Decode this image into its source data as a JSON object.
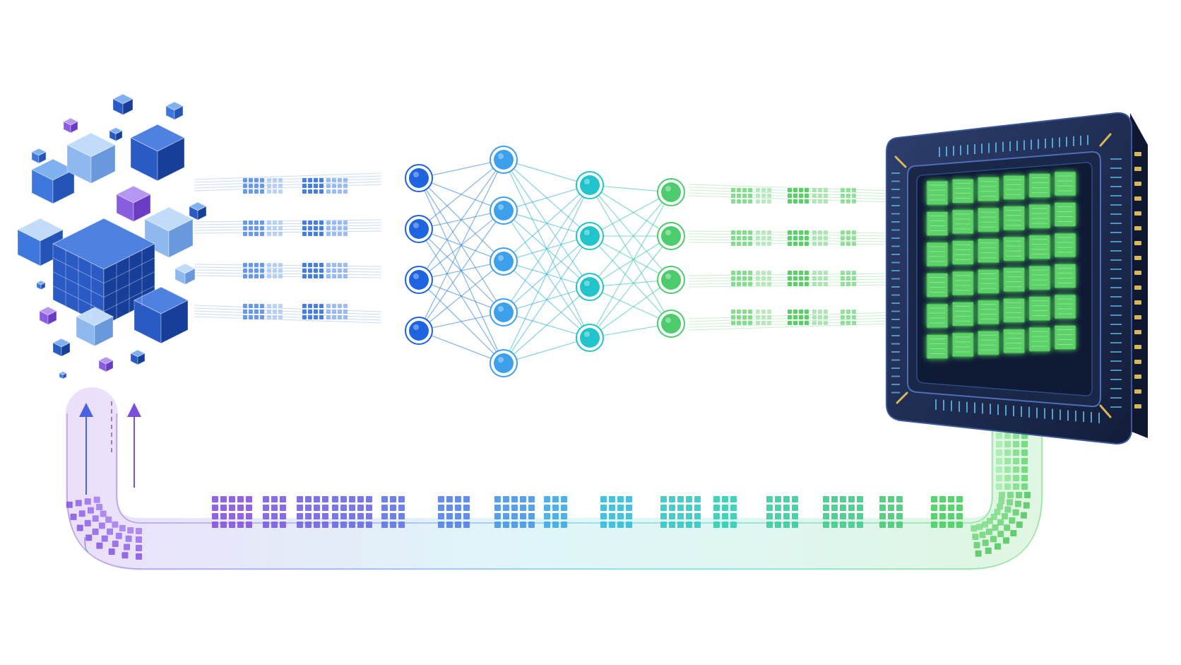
{
  "figure": {
    "nodes": [
      {
        "id": "data-cubes",
        "label": "",
        "icon": "data-cubes-icon"
      },
      {
        "id": "neural-network",
        "label": "",
        "icon": "neural-network-icon"
      },
      {
        "id": "processor-chip",
        "label": "",
        "icon": "chip-icon"
      }
    ],
    "edges": [
      {
        "from": "data-cubes",
        "to": "neural-network",
        "style": "packet-stream"
      },
      {
        "from": "neural-network",
        "to": "processor-chip",
        "style": "packet-stream"
      },
      {
        "from": "processor-chip",
        "to": "data-cubes",
        "style": "feedback-loop-arrow"
      }
    ],
    "network_layers": [
      {
        "nodes": 4,
        "color": "#1e63e0"
      },
      {
        "nodes": 5,
        "color": "#3ea0ea"
      },
      {
        "nodes": 4,
        "color": "#22c4cc"
      },
      {
        "nodes": 4,
        "color": "#4ccc6c"
      }
    ],
    "chip_core_grid": {
      "rows": 6,
      "cols": 6
    },
    "colors": {
      "blue": "#2a63d6",
      "blue_light": "#6fa3ea",
      "purple": "#8a55e0",
      "cyan": "#25c4d6",
      "green": "#4fcf5e",
      "chip_body": "#1b2a4f",
      "chip_border": "#2f4a86",
      "gold": "#d8b65a"
    }
  }
}
